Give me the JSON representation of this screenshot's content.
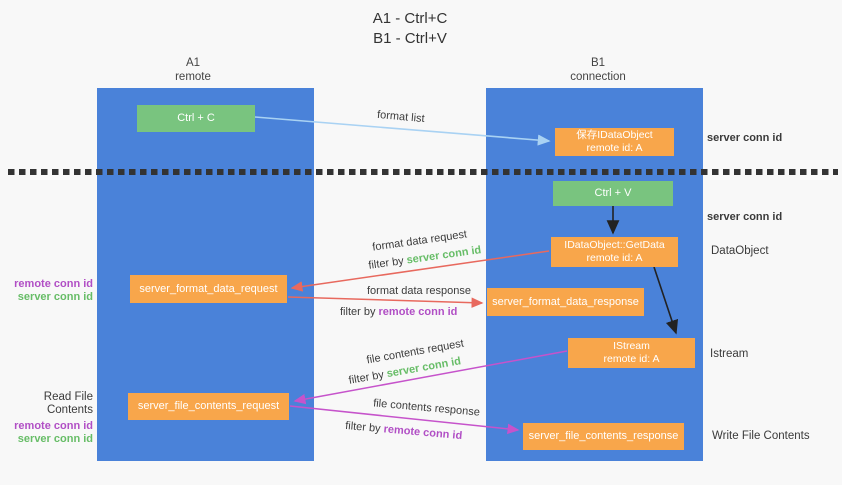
{
  "title": {
    "line1": "A1 - Ctrl+C",
    "line2": "B1 - Ctrl+V"
  },
  "columns": {
    "left": {
      "id": "A1",
      "label": "remote"
    },
    "right": {
      "id": "B1",
      "label": "connection"
    }
  },
  "nodes": {
    "ctrl_c": {
      "label": "Ctrl + C"
    },
    "save_dataobject": {
      "line1": "保存IDataObject",
      "line2": "remote id: A"
    },
    "ctrl_v": {
      "label": "Ctrl + V"
    },
    "getdata": {
      "line1": "IDataObject::GetData",
      "line2": "remote id: A"
    },
    "format_request": {
      "label": "server_format_data_request"
    },
    "format_response": {
      "label": "server_format_data_response"
    },
    "istream": {
      "line1": "IStream",
      "line2": "remote id: A"
    },
    "file_request": {
      "label": "server_file_contents_request"
    },
    "file_response": {
      "label": "server_file_contents_response"
    }
  },
  "arrow_labels": {
    "format_list": "format list",
    "filter_by": "filter by",
    "format_data_request": "format data request",
    "format_data_response": "format data response",
    "file_contents_request": "file contents request",
    "file_contents_response": "file contents response",
    "server_conn_id": "server conn id",
    "remote_conn_id": "remote conn id"
  },
  "side_labels": {
    "server_conn_id_top": "server conn id",
    "server_conn_id_mid": "server conn id",
    "dataobject": "DataObject",
    "istream": "Istream",
    "write_file_contents": "Write File Contents",
    "read_file_contents": "Read File Contents",
    "remote_conn_id": "remote conn id",
    "server_conn_id": "server conn id"
  },
  "colors": {
    "column_blue": "#4a82d9",
    "node_orange": "#f8a64b",
    "node_green": "#79c47f",
    "accent_green": "#67bd67",
    "accent_purple": "#b14fc5",
    "arrow_red": "#e8695e",
    "arrow_magenta": "#c653cb",
    "arrow_lightblue": "#a9d2f3",
    "arrow_black": "#222222",
    "text_dark": "#3c3c3c",
    "background": "#f8f8f8"
  }
}
